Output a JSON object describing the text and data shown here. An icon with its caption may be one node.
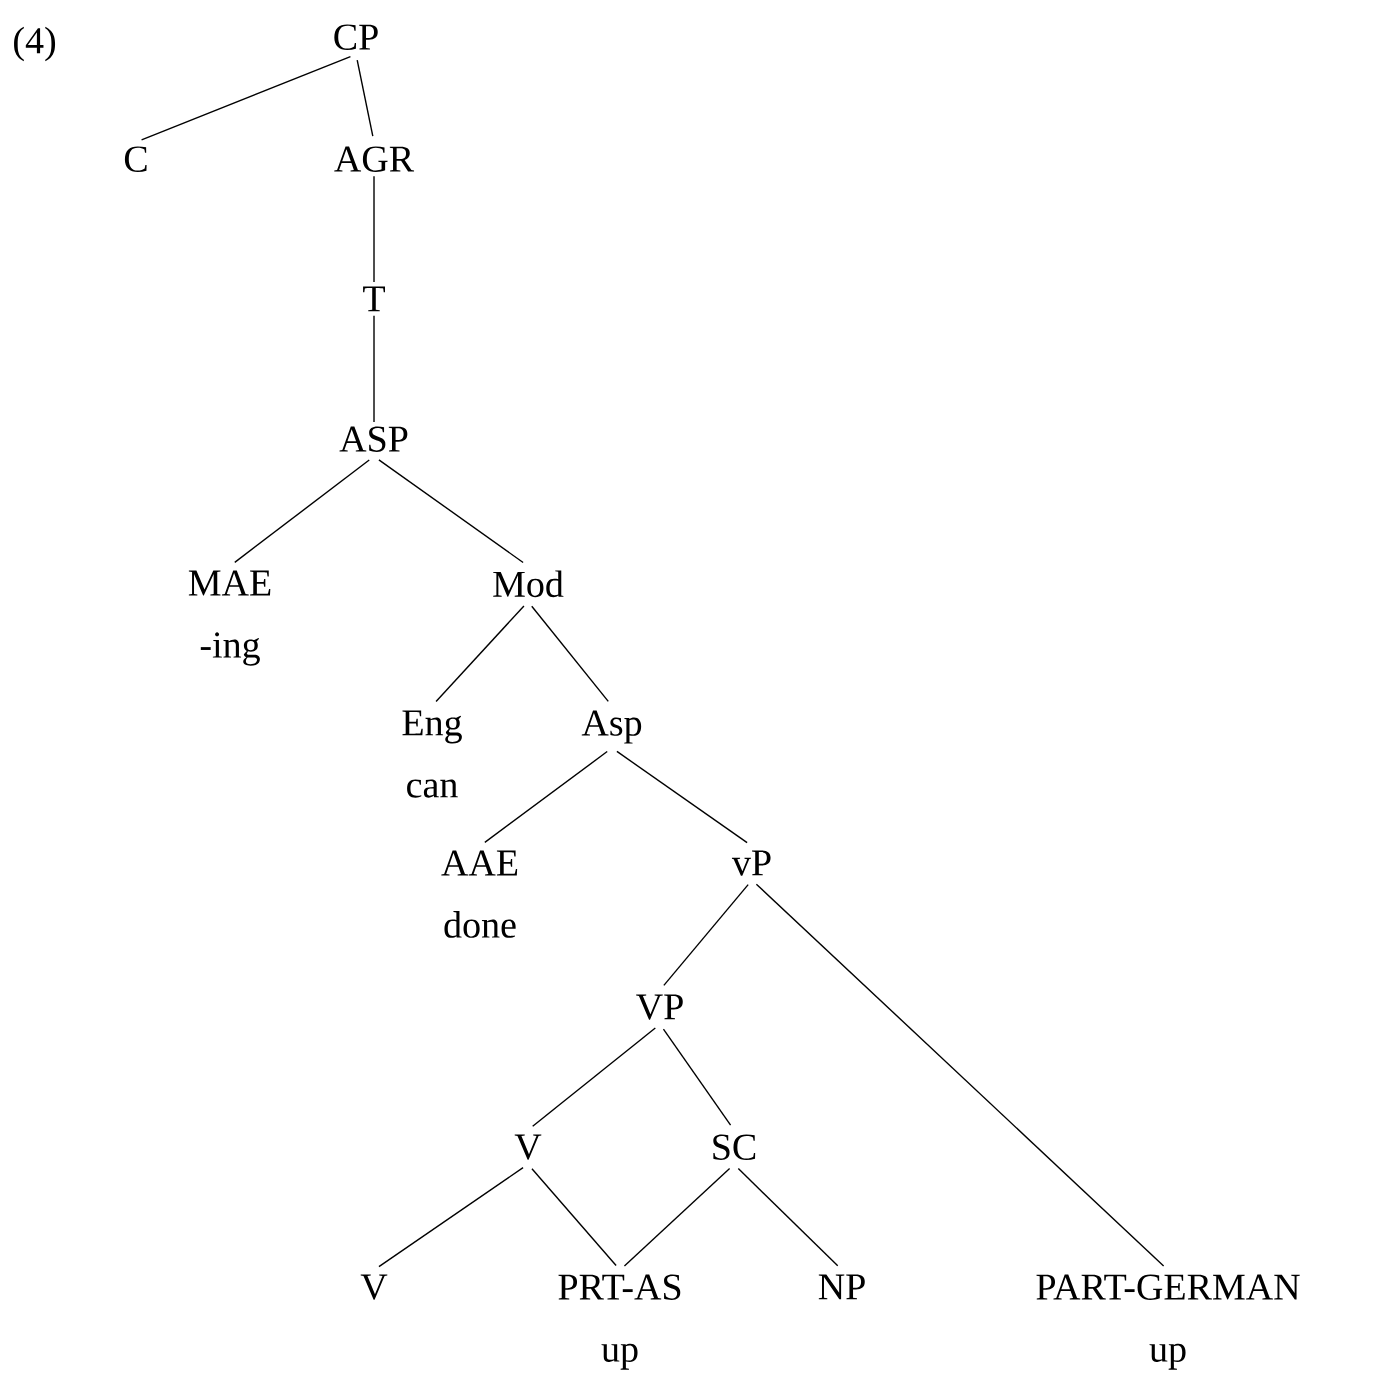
{
  "diagram": {
    "nodes": [
      {
        "text": [
          "CP"
        ]
      },
      {
        "text": [
          "C"
        ]
      },
      {
        "text": [
          "AGR"
        ]
      },
      {
        "text": [
          "T"
        ]
      },
      {
        "text": [
          "ASP"
        ]
      },
      {
        "text": [
          "MAE",
          "-ing"
        ]
      },
      {
        "text": [
          "Mod"
        ]
      },
      {
        "text": [
          "Eng",
          "can"
        ]
      },
      {
        "text": [
          "Asp"
        ]
      },
      {
        "text": [
          "AAE",
          "done"
        ]
      },
      {
        "text": [
          "vP"
        ]
      },
      {
        "text": [
          "VP"
        ]
      },
      {
        "text": [
          "V"
        ]
      },
      {
        "text": [
          "SC"
        ]
      },
      {
        "text": [
          "V"
        ]
      },
      {
        "text": [
          "PRT-AS",
          "up"
        ]
      },
      {
        "text": [
          "NP"
        ]
      },
      {
        "text": [
          "PART-GERMAN",
          "up"
        ]
      }
    ],
    "edges": [
      {
        "from": 0,
        "to": 1,
        "arrow": "none"
      },
      {
        "from": 0,
        "to": 2,
        "arrow": "none"
      },
      {
        "from": 2,
        "to": 3,
        "arrow": "none"
      },
      {
        "from": 3,
        "to": 4,
        "arrow": "none"
      },
      {
        "from": 4,
        "to": 5,
        "arrow": "none"
      },
      {
        "from": 4,
        "to": 6,
        "arrow": "none"
      },
      {
        "from": 6,
        "to": 7,
        "arrow": "none"
      },
      {
        "from": 6,
        "to": 8,
        "arrow": "none"
      },
      {
        "from": 8,
        "to": 9,
        "arrow": "none"
      },
      {
        "from": 8,
        "to": 10,
        "arrow": "none"
      },
      {
        "from": 10,
        "to": 11,
        "arrow": "none"
      },
      {
        "from": 10,
        "to": 17,
        "arrow": "none"
      },
      {
        "from": 11,
        "to": 12,
        "arrow": "none"
      },
      {
        "from": 11,
        "to": 13,
        "arrow": "none"
      },
      {
        "from": 12,
        "to": 14,
        "arrow": "none"
      },
      {
        "from": 12,
        "to": 15,
        "arrow": "none"
      },
      {
        "from": 13,
        "to": 15,
        "arrow": "none"
      },
      {
        "from": 13,
        "to": 16,
        "arrow": "none"
      }
    ],
    "labels": [
      "(4)"
    ]
  }
}
